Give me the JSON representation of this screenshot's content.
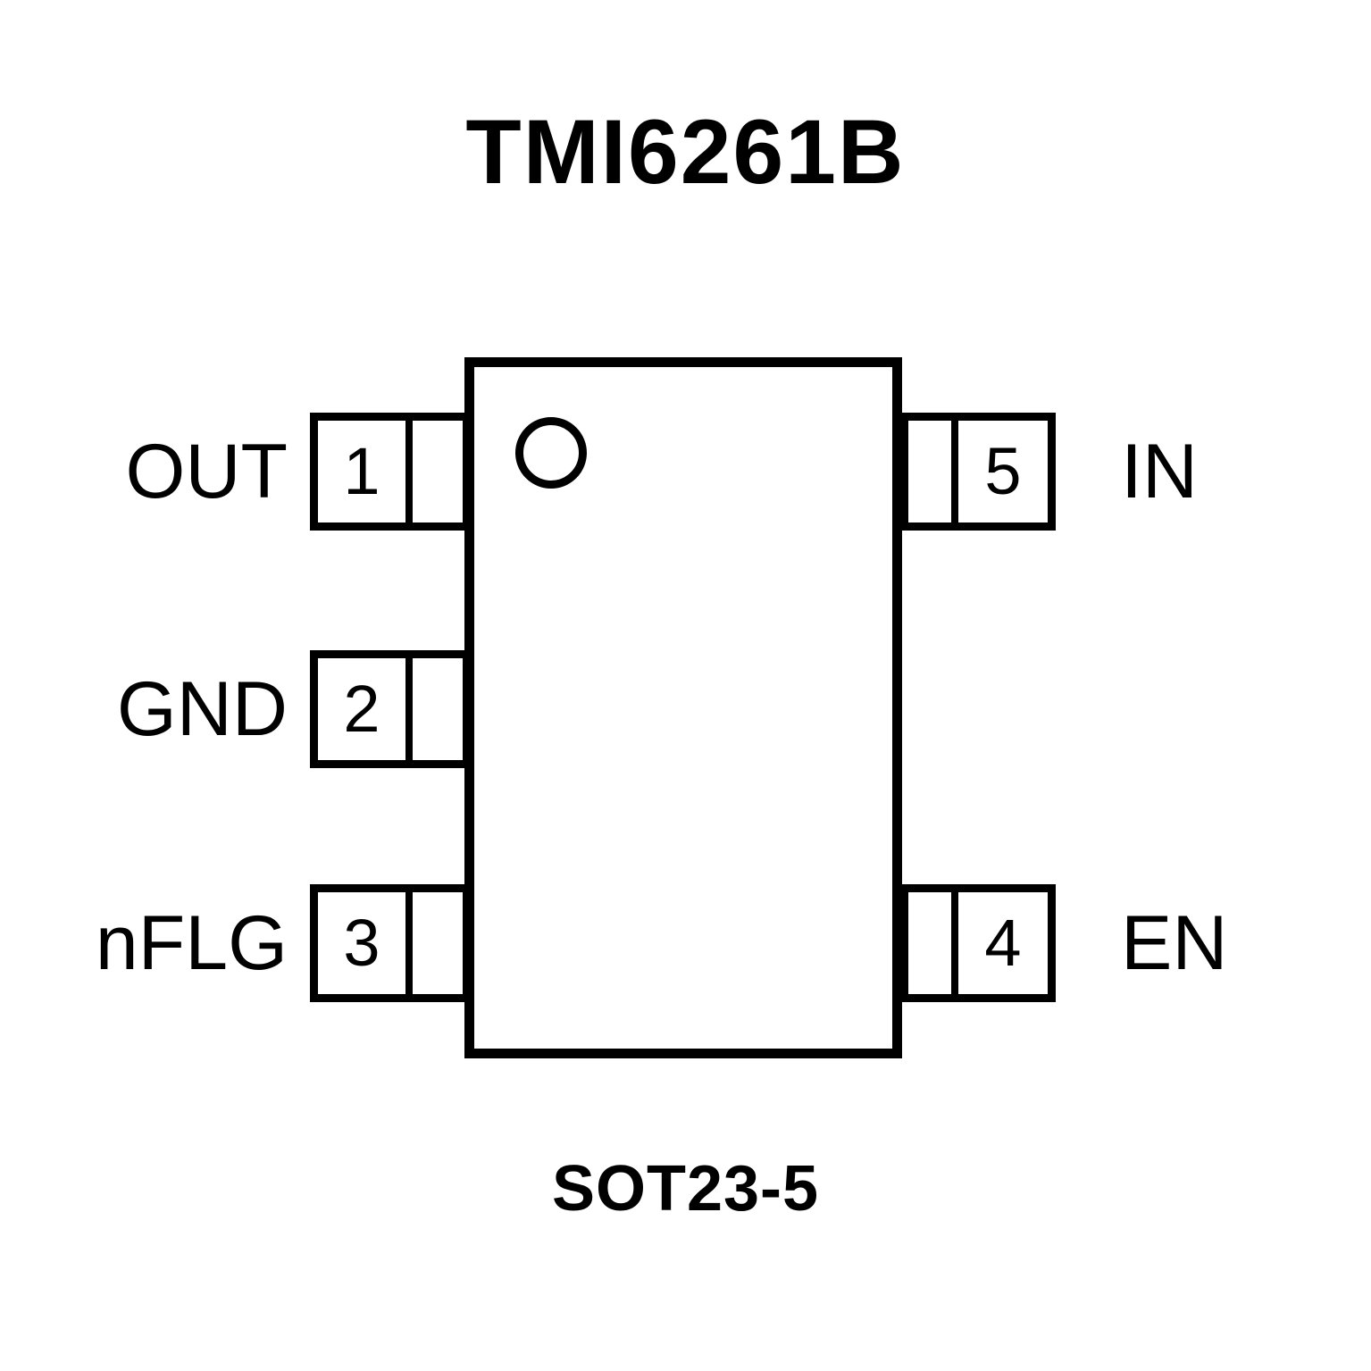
{
  "title": "TMI6261B",
  "package": "SOT23-5",
  "pins": {
    "left": [
      {
        "number": "1",
        "label": "OUT"
      },
      {
        "number": "2",
        "label": "GND"
      },
      {
        "number": "3",
        "label": "nFLG"
      }
    ],
    "right": [
      {
        "number": "5",
        "label": "IN"
      },
      {
        "number": "4",
        "label": "EN"
      }
    ]
  }
}
